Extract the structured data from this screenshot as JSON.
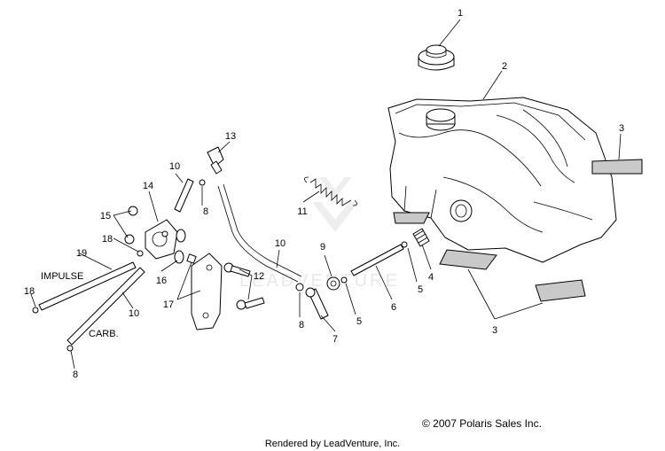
{
  "callouts": [
    "1",
    "2",
    "3",
    "3",
    "4",
    "5",
    "5",
    "6",
    "7",
    "8",
    "8",
    "8",
    "9",
    "10",
    "10",
    "10",
    "11",
    "12",
    "13",
    "14",
    "15",
    "16",
    "17",
    "18",
    "18",
    "19"
  ],
  "labels": {
    "impulse": "IMPULSE",
    "carb": "CARB."
  },
  "copyright": "© 2007 Polaris Sales Inc.",
  "rendered_by": "Rendered by LeadVenture, Inc.",
  "watermark": "LEADVENTURE"
}
